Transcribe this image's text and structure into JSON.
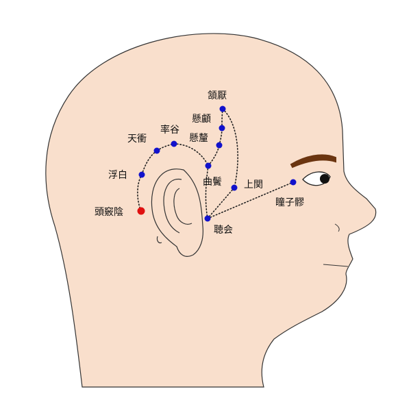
{
  "colors": {
    "skin": "#f9dfcc",
    "outline": "#333333",
    "point_blue": "#1212cc",
    "point_red": "#e01010",
    "brow": "#6b3510",
    "path_dots": "#222222"
  },
  "points": [
    {
      "id": "zulinqi",
      "label": "頭竅陰",
      "color": "red"
    },
    {
      "id": "fubai",
      "label": "浮白",
      "color": "blue"
    },
    {
      "id": "tianchong",
      "label": "天衝",
      "color": "blue"
    },
    {
      "id": "shuaigu",
      "label": "率谷",
      "color": "blue"
    },
    {
      "id": "xuanli",
      "label": "懸釐",
      "color": "blue"
    },
    {
      "id": "xuanlu",
      "label": "懸顱",
      "color": "blue"
    },
    {
      "id": "hanyan",
      "label": "頷厭",
      "color": "blue"
    },
    {
      "id": "qubin",
      "label": "曲鬢",
      "color": "blue"
    },
    {
      "id": "shangguan",
      "label": "上関",
      "color": "blue"
    },
    {
      "id": "tinghui",
      "label": "聴会",
      "color": "blue"
    },
    {
      "id": "tongziliao",
      "label": "瞳子髎",
      "color": "blue"
    }
  ]
}
